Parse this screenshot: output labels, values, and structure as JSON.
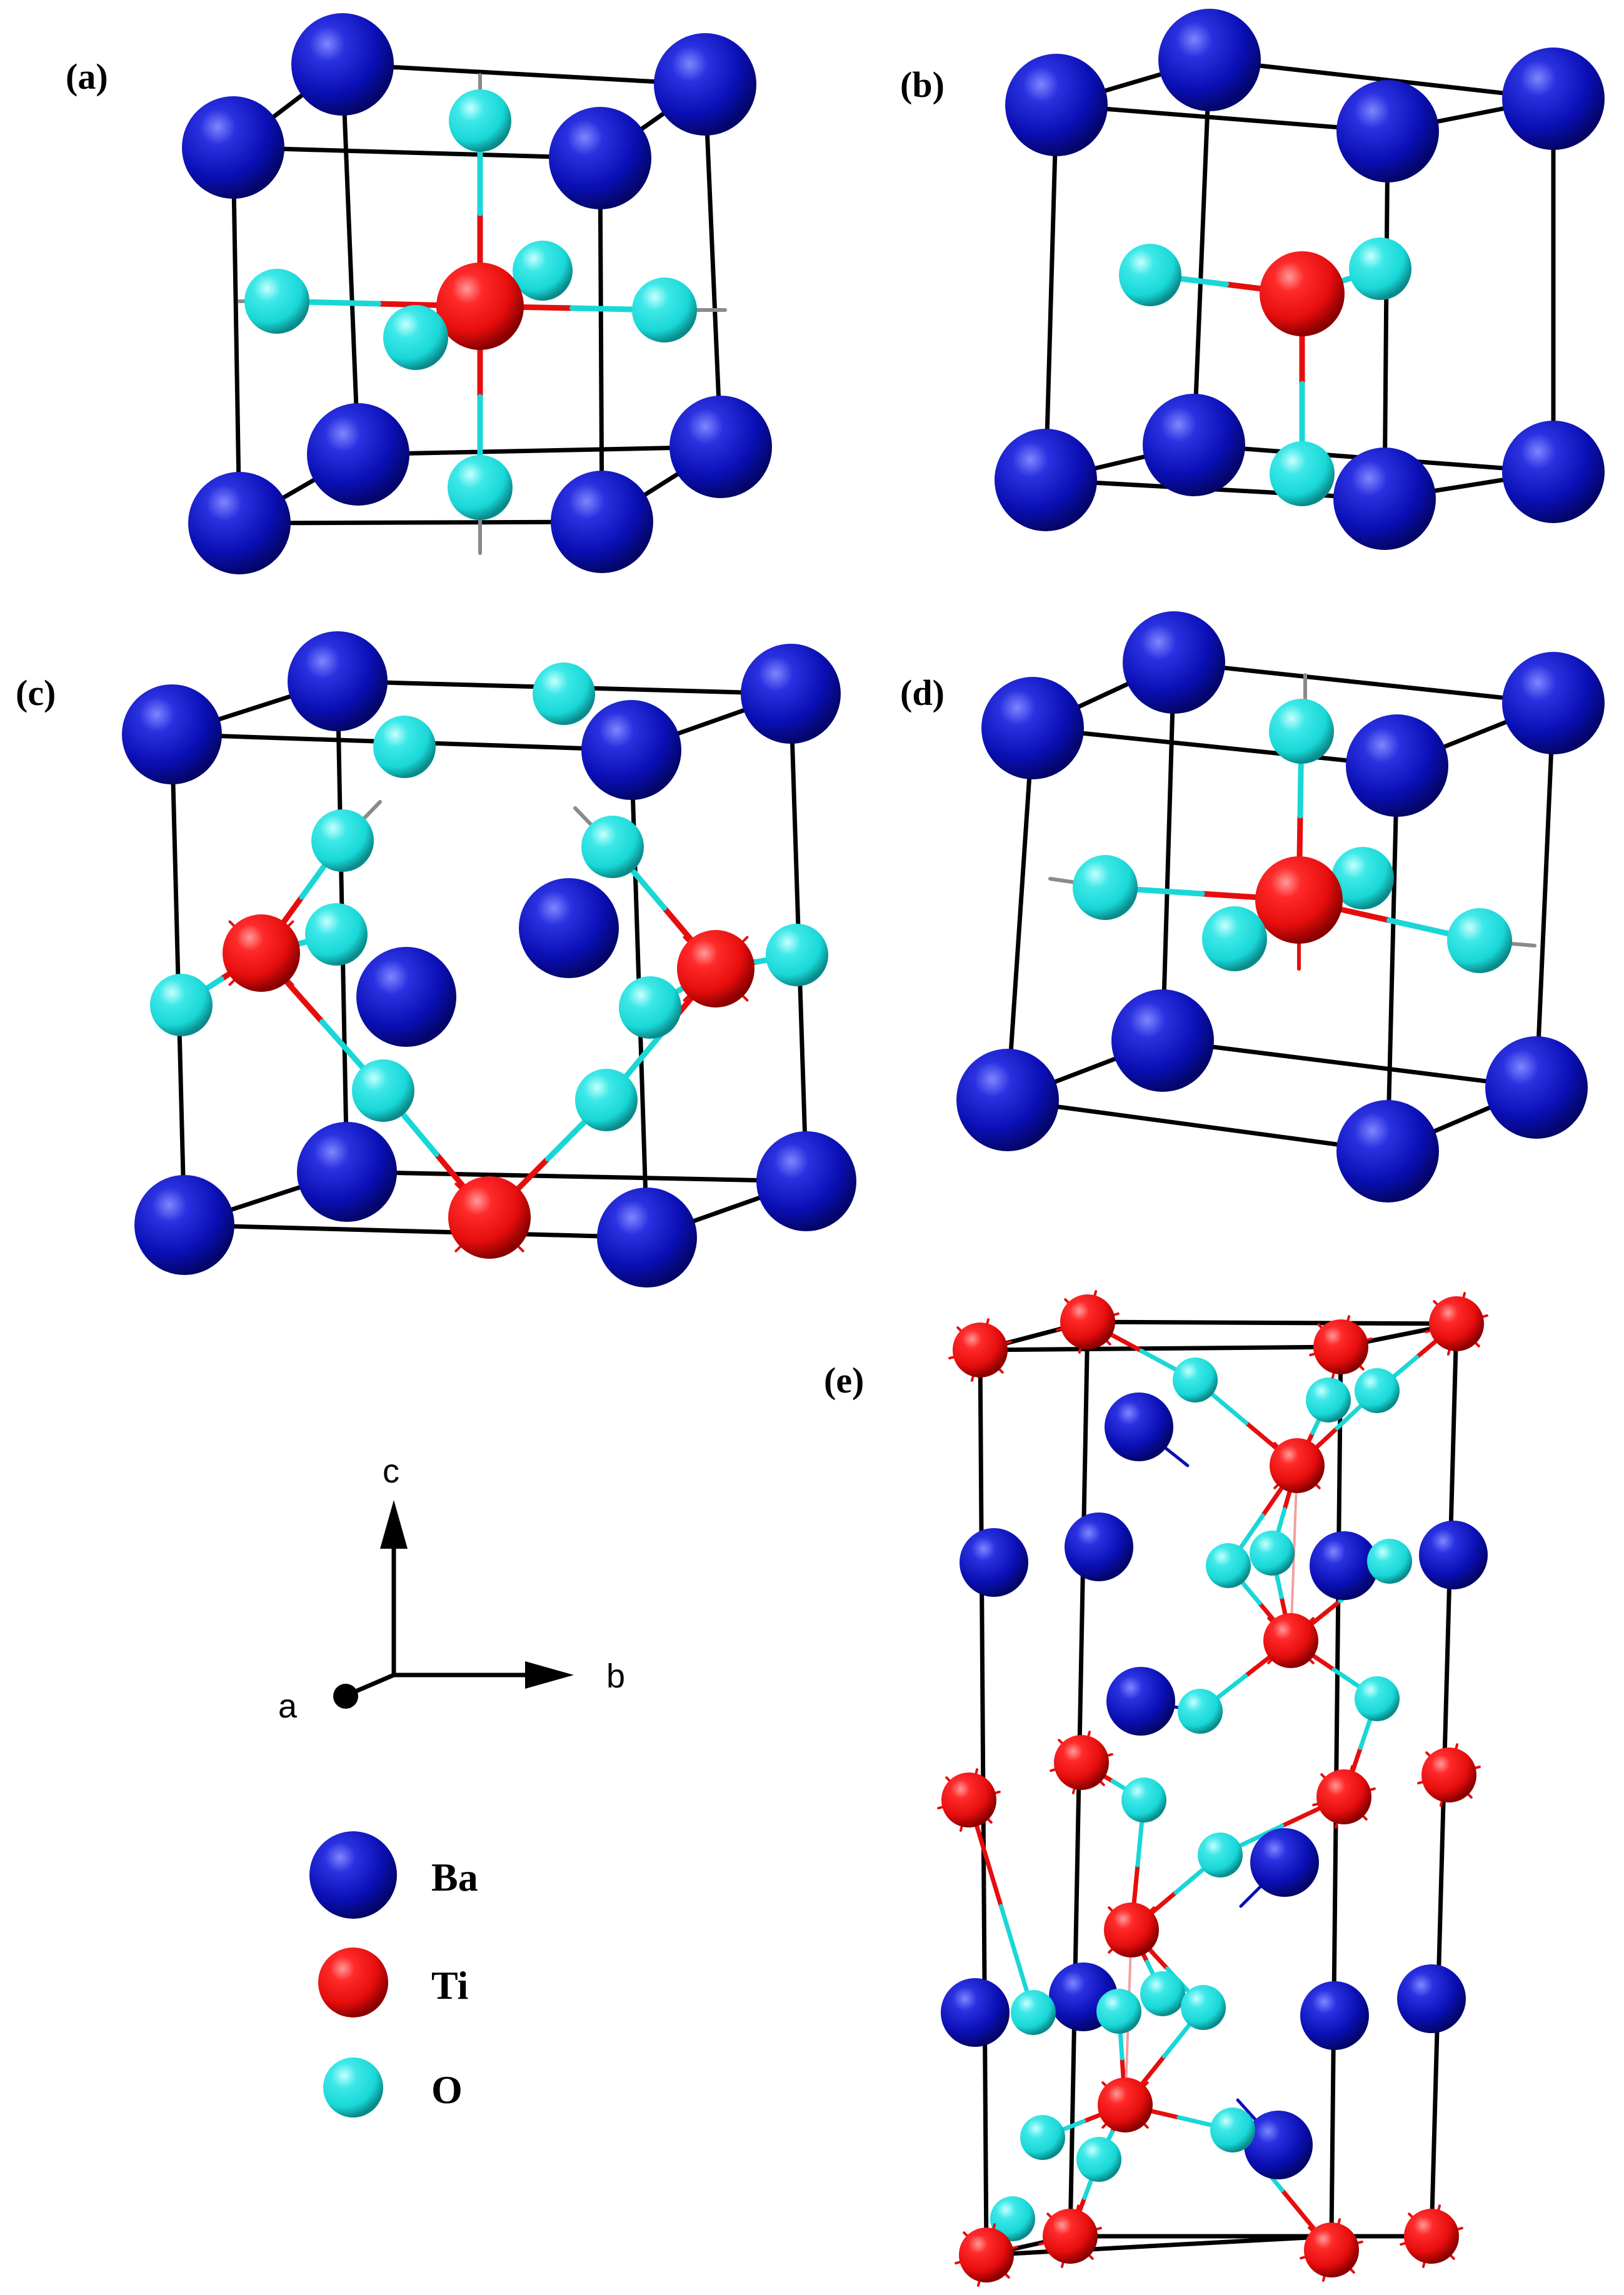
{
  "colors": {
    "ba": "#0a0fb4",
    "ti": "#e60d0d",
    "o": "#19d7d7",
    "edge": "#000000",
    "stub": "#8a8a8a"
  },
  "panels": {
    "a": "(a)",
    "b": "(b)",
    "c": "(c)",
    "d": "(d)",
    "e": "(e)"
  },
  "axes": {
    "c": "c",
    "a": "a",
    "b": "b"
  },
  "legend": [
    {
      "element": "ba",
      "label": "Ba"
    },
    {
      "element": "ti",
      "label": "Ti"
    },
    {
      "element": "o",
      "label": "O"
    }
  ]
}
